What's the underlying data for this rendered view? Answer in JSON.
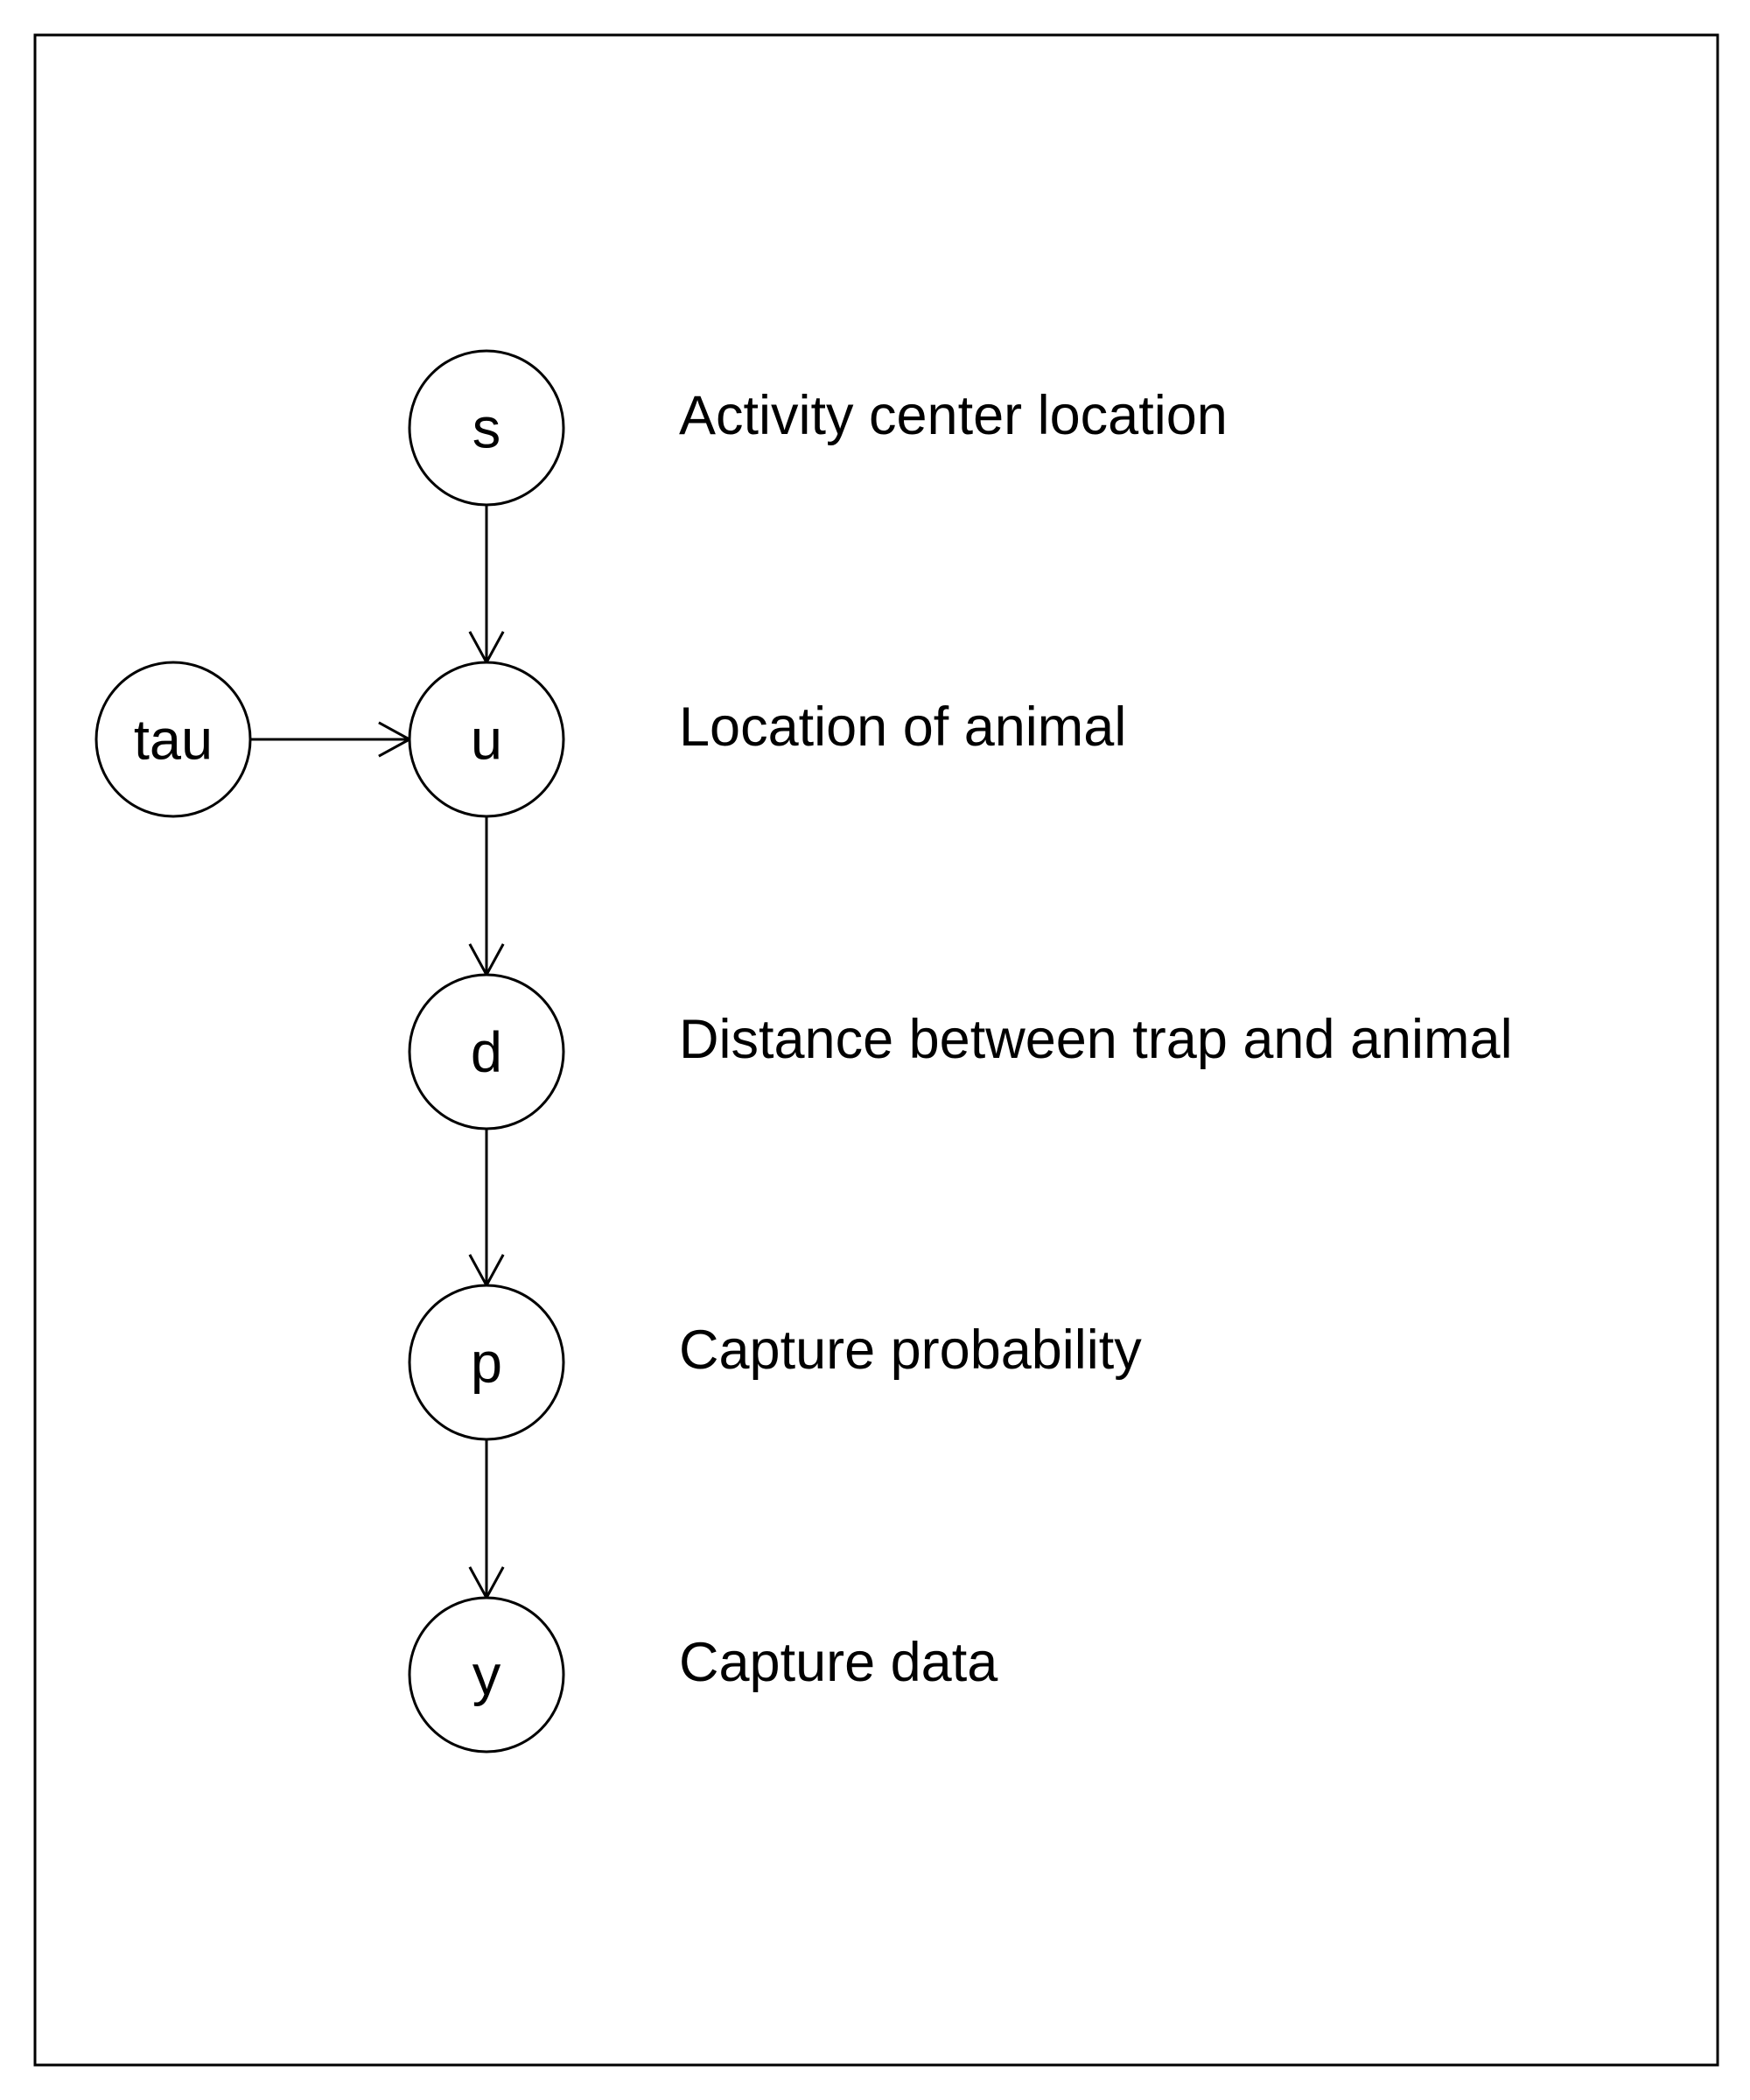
{
  "diagram": {
    "nodes": [
      {
        "id": "s",
        "label": "s"
      },
      {
        "id": "u",
        "label": "u"
      },
      {
        "id": "d",
        "label": "d"
      },
      {
        "id": "p",
        "label": "p"
      },
      {
        "id": "y",
        "label": "y"
      },
      {
        "id": "tau",
        "label": "tau"
      }
    ],
    "edges": [
      {
        "from": "s",
        "to": "u"
      },
      {
        "from": "tau",
        "to": "u"
      },
      {
        "from": "u",
        "to": "d"
      },
      {
        "from": "d",
        "to": "p"
      },
      {
        "from": "p",
        "to": "y"
      }
    ],
    "descriptions": {
      "s": "Activity center location",
      "u": "Location of animal",
      "d": "Distance between trap and animal",
      "p": "Capture probability",
      "y": "Capture data"
    },
    "colors": {
      "stroke": "#000000",
      "background": "#ffffff"
    }
  }
}
